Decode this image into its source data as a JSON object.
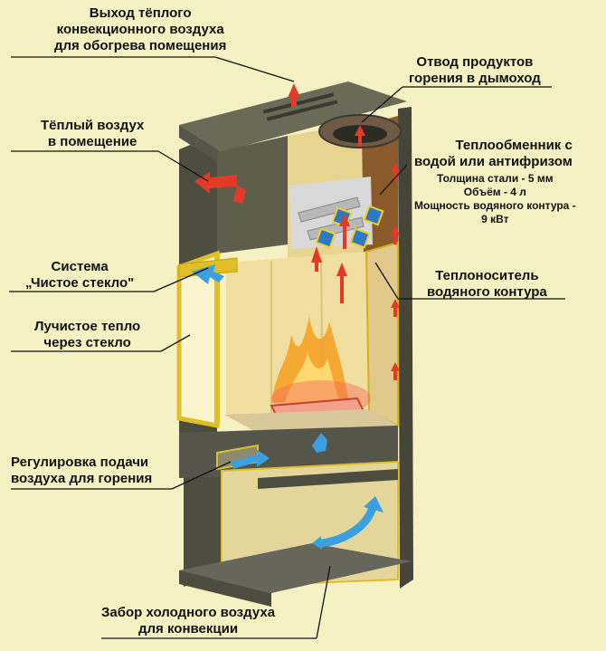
{
  "colors": {
    "background": "#f6f1c3",
    "body": "#5a5a4a",
    "body_dark": "#3f3f33",
    "lining": "#8a5a2a",
    "firebox": "#f0dfa0",
    "glass": "#fbf4cf",
    "frame": "#e0be28",
    "warm_arrow": "#e23a25",
    "cold_arrow": "#3aa0e0",
    "flame": "#f6a020",
    "exchanger": "#2e79c4"
  },
  "labels": {
    "warm_outlet": [
      "Выход тёплого",
      "конвекционного воздуха",
      "для обогрева помещения"
    ],
    "flue": [
      "Отвод продуктов",
      "горения в дымоход"
    ],
    "warm_air": [
      "Тёплый воздух",
      "в помещение"
    ],
    "heat_exchanger": [
      "Теплообменник с",
      "водой или антифризом"
    ],
    "exchanger_specs": [
      "Толщина стали - 5 мм",
      "Объём - 4 л",
      "Мощность водяного контура -",
      "9 кВт"
    ],
    "clean_glass": [
      "Система",
      "„Чистое стекло\""
    ],
    "coolant": [
      "Теплоноситель",
      "водяного контура"
    ],
    "radiant_heat": [
      "Лучистое тепло",
      "через стекло"
    ],
    "air_control": [
      "Регулировка подачи",
      "воздуха для горения"
    ],
    "cold_intake": [
      "Забор холодного воздуха",
      "для конвекции"
    ]
  }
}
